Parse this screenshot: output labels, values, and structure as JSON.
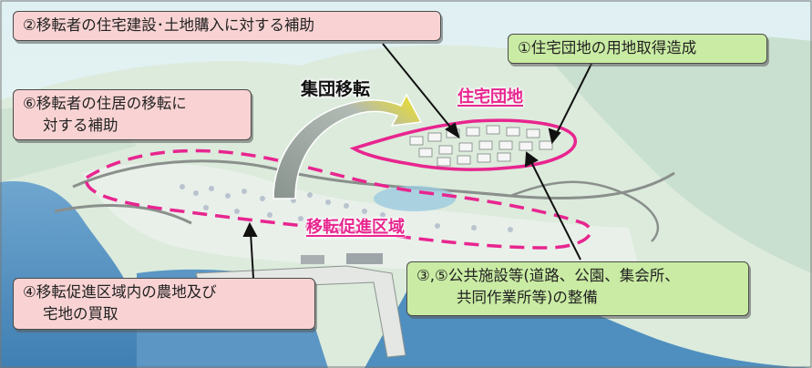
{
  "callouts": {
    "c2": "②移転者の住宅建設･土地購入に対する補助",
    "c1": "①住宅団地の用地取得造成",
    "c6_line1": "⑥移転者の住居の移転に",
    "c6_line2": "対する補助",
    "c4_line1": "④移転促進区域内の農地及び",
    "c4_line2": "宅地の買取",
    "c35_line1": "③,⑤公共施設等(道路、公園、集会所、",
    "c35_line2": "共同作業所等)の整備"
  },
  "labels": {
    "migration": "集団移転",
    "housing_area": "住宅団地",
    "promotion_area": "移転促進区域"
  },
  "colors": {
    "pink_box": "#f9d3d3",
    "green_box": "#c9eba3",
    "boundary": "#e8258f",
    "migration_arrow": "#9aa4a0",
    "arrow_tip": "#f2e21a",
    "sea": "#4f90c0"
  },
  "icons": [
    "curved-migration-arrow",
    "pointer-arrow"
  ]
}
